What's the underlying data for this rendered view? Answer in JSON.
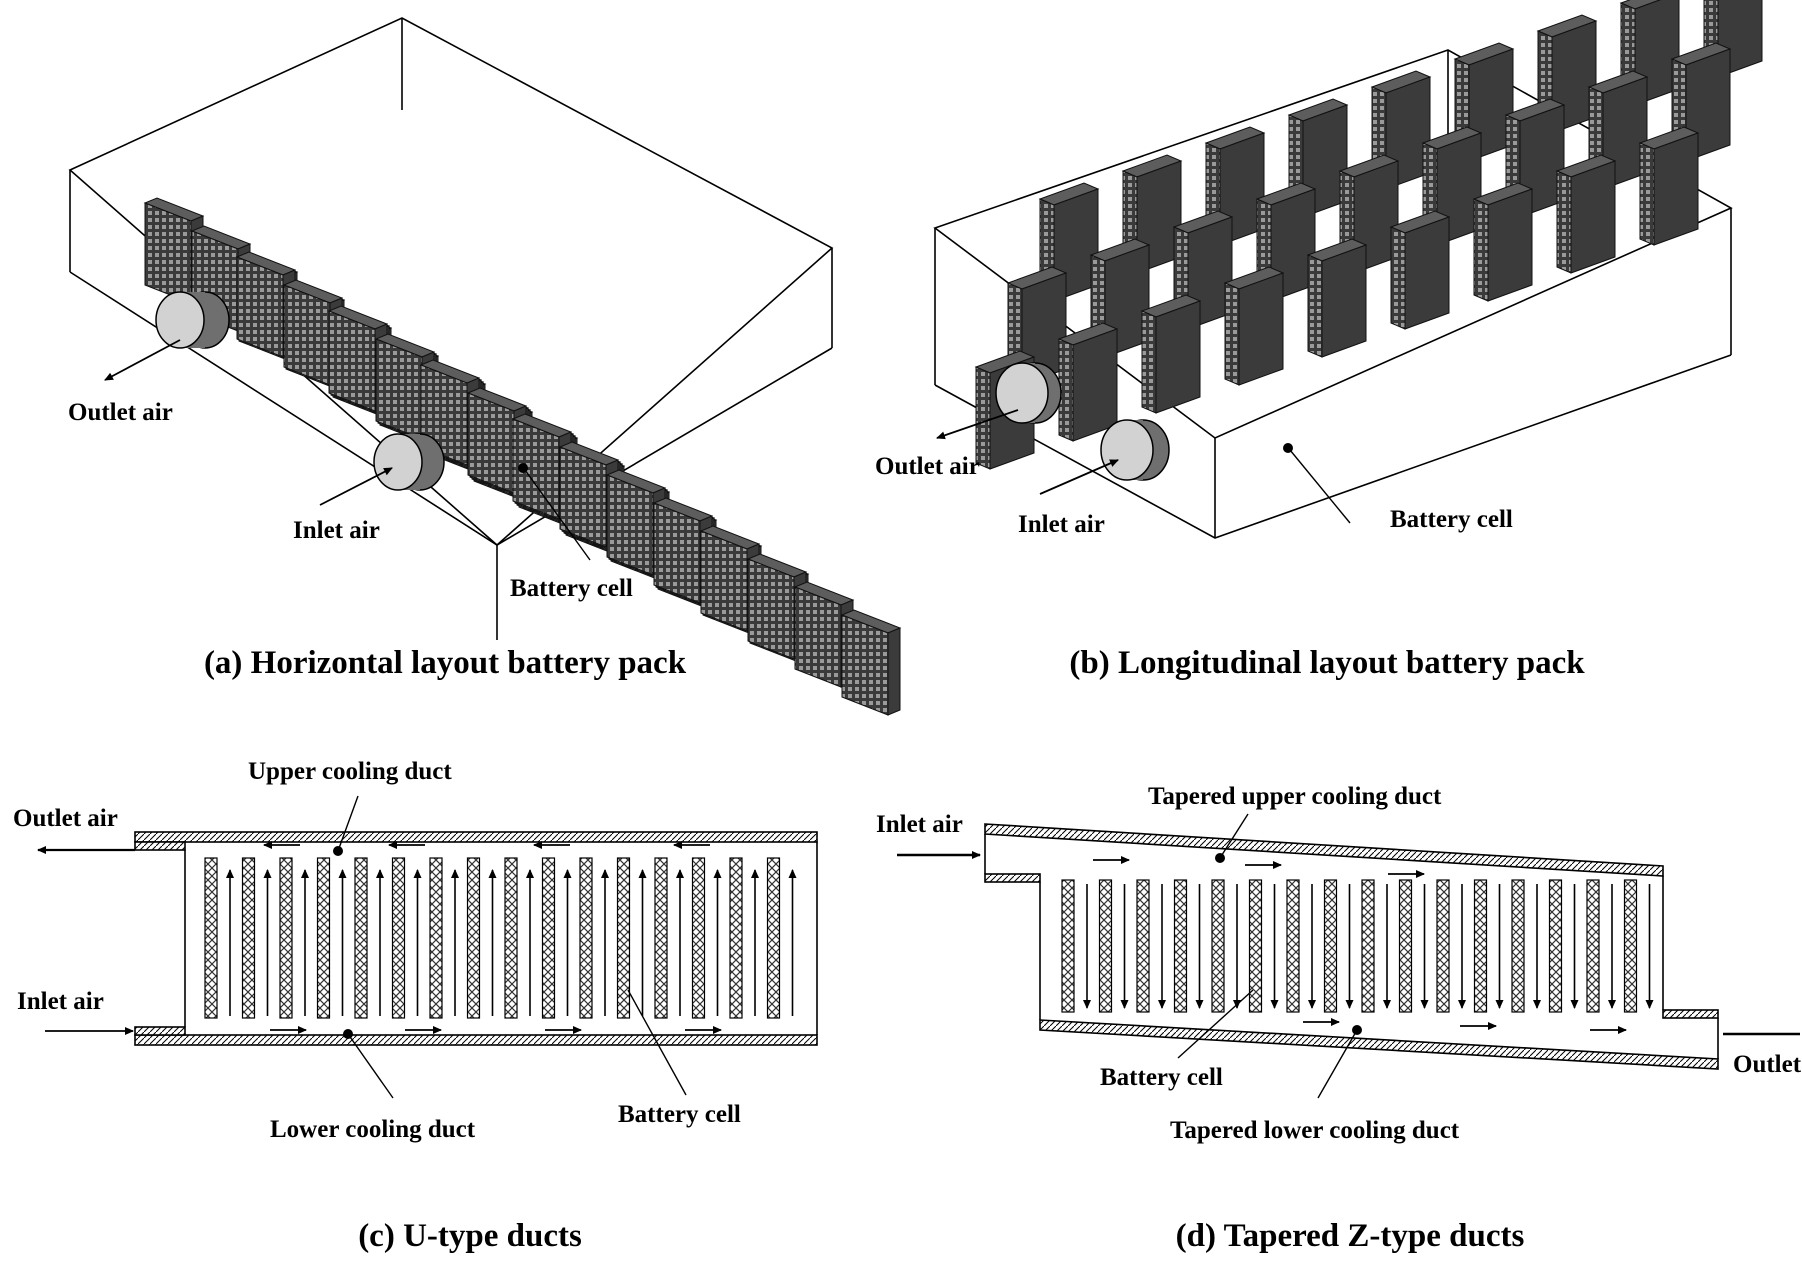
{
  "panels": {
    "a": {
      "caption": "(a) Horizontal layout battery pack",
      "labels": {
        "outlet": "Outlet air",
        "inlet": "Inlet air",
        "cell": "Battery cell"
      }
    },
    "b": {
      "caption": "(b) Longitudinal layout battery pack",
      "labels": {
        "outlet": "Outlet air",
        "inlet": "Inlet air",
        "cell": "Battery cell"
      }
    },
    "c": {
      "caption": "(c) U-type ducts",
      "labels": {
        "upper": "Upper cooling duct",
        "outlet": "Outlet air",
        "inlet": "Inlet air",
        "lower": "Lower cooling duct",
        "cell": "Battery cell"
      },
      "cell_count": 16
    },
    "d": {
      "caption": "(d) Tapered Z-type ducts",
      "labels": {
        "upper": "Tapered upper cooling duct",
        "inlet": "Inlet air",
        "outlet": "Outlet",
        "cell": "Battery cell",
        "lower": "Tapered lower cooling duct"
      },
      "cell_count": 16
    }
  },
  "colors": {
    "line": "#000000",
    "cell": "#4a4a4a",
    "cylinder": "#6f6f6f",
    "cylinder_face": "#d2d2d2"
  }
}
